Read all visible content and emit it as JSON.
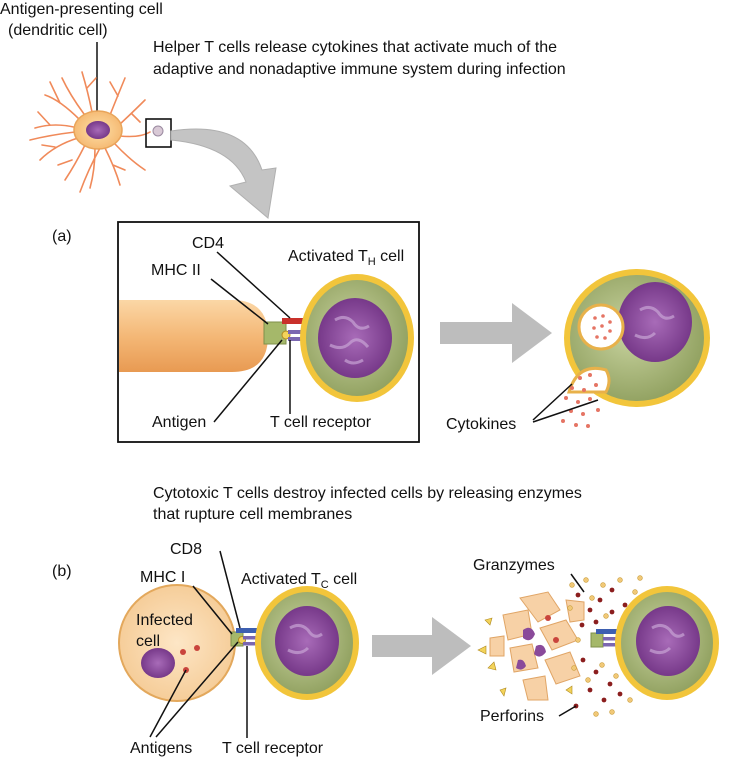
{
  "apc": {
    "line1": "Antigen-presenting cell",
    "line2": "(dendritic cell)"
  },
  "helper": {
    "caption_line1": "Helper T cells release cytokines that activate much of the",
    "caption_line2": "adaptive and nonadaptive immune system during infection",
    "panel_label": "(a)",
    "cd4": "CD4",
    "mhc": "MHC II",
    "activated_main": "Activated T",
    "activated_sub": "H",
    "activated_tail": " cell",
    "antigen": "Antigen",
    "tcr": "T cell receptor",
    "cytokines": "Cytokines"
  },
  "cytotoxic": {
    "caption_line1": "Cytotoxic T cells destroy infected cells by releasing enzymes",
    "caption_line2": "that rupture cell membranes",
    "panel_label": "(b)",
    "cd8": "CD8",
    "mhc": "MHC I",
    "activated_main": "Activated T",
    "activated_sub": "C",
    "activated_tail": " cell",
    "infected_line1": "Infected",
    "infected_line2": "cell",
    "antigens": "Antigens",
    "tcr": "T cell receptor",
    "granzymes": "Granzymes",
    "perforins": "Perforins"
  },
  "colors": {
    "cell_green": "#a9b97a",
    "cell_border": "#f0c13a",
    "nucleus": "#8a4a9a",
    "apc_peach": "#f6c68f",
    "arrow_gray": "#bdbdbd",
    "cytokine_dot": "#e57464",
    "granzyme_dot": "#8b1e1e"
  }
}
